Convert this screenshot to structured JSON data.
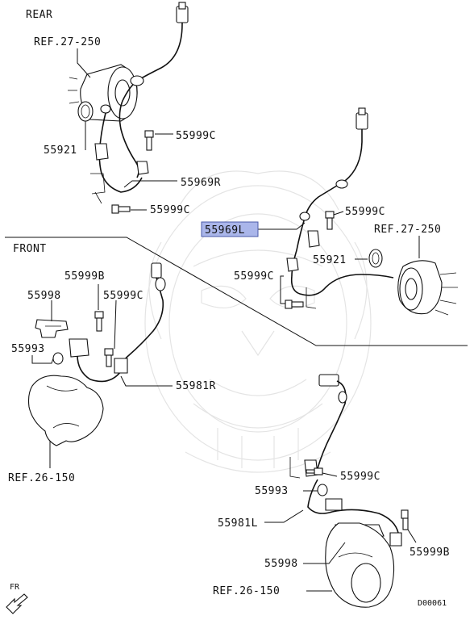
{
  "sections": {
    "rear": "REAR",
    "front": "FRONT"
  },
  "labels": {
    "ref_27_250_rear_left": "REF.27-250",
    "p55921_left": "55921",
    "p55999c_a": "55999C",
    "p55969r": "55969R",
    "p55999c_b": "55999C",
    "p55999c_c": "55999C",
    "p55969l": "55969L",
    "ref_27_250_rear_right": "REF.27-250",
    "p55921_right": "55921",
    "p55999c_d": "55999C",
    "p55999b_left": "55999B",
    "p55998_left": "55998",
    "p55999c_e": "55999C",
    "p55993_left": "55993",
    "p55981r": "55981R",
    "ref_26_150_left": "REF.26-150",
    "p55999c_f": "55999C",
    "p55993_right": "55993",
    "p55981l": "55981L",
    "p55998_right": "55998",
    "p55999b_right": "55999B",
    "ref_26_150_right": "REF.26-150"
  },
  "fr_arrow": {
    "label": "FR"
  },
  "diagram_code": "D00061",
  "highlight_color": "#aab6ea"
}
